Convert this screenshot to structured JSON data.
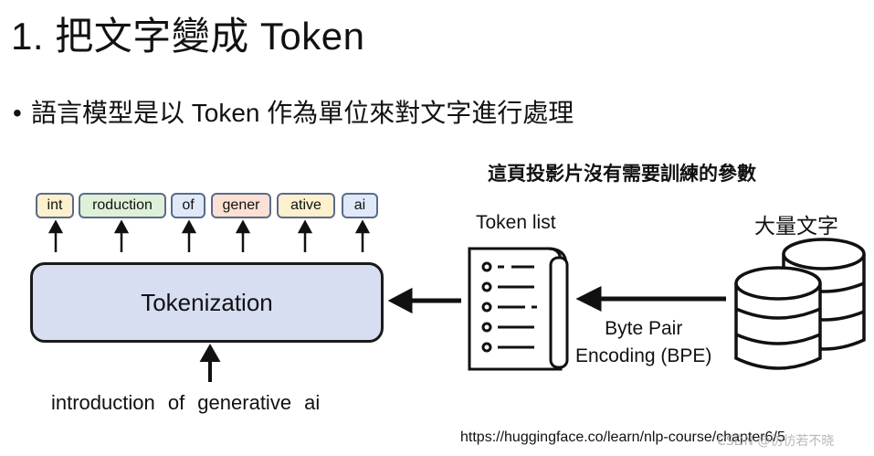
{
  "slide": {
    "title": "1. 把文字變成 Token",
    "bullet": "語言模型是以 Token 作為單位來對文字進行處理",
    "note": "這頁投影片沒有需要訓練的參數",
    "source_url": "https://huggingface.co/learn/nlp-course/chapter6/5",
    "watermark": "CSDN @彷彷若不晓"
  },
  "diagram": {
    "tokens": [
      {
        "text": "int",
        "color": "#fdf0cc"
      },
      {
        "text": "roduction",
        "color": "#dff0d8"
      },
      {
        "text": "of",
        "color": "#dfe9f7"
      },
      {
        "text": "gener",
        "color": "#fbe0d3"
      },
      {
        "text": "ative",
        "color": "#fdf0cc"
      },
      {
        "text": "ai",
        "color": "#dfe9f7"
      }
    ],
    "tokenizer_label": "Tokenization",
    "input_text": "introduction of generative ai",
    "token_list_label": "Token list",
    "corpus_label": "大量文字",
    "bpe_line1": "Byte Pair",
    "bpe_line2": "Encoding (BPE)"
  },
  "icons": {
    "arrow": "arrow-icon",
    "document": "token-list-document-icon",
    "database": "database-icon"
  },
  "colors": {
    "tokenizer_fill": "#d7def2",
    "token_border": "#5a6b8a"
  }
}
